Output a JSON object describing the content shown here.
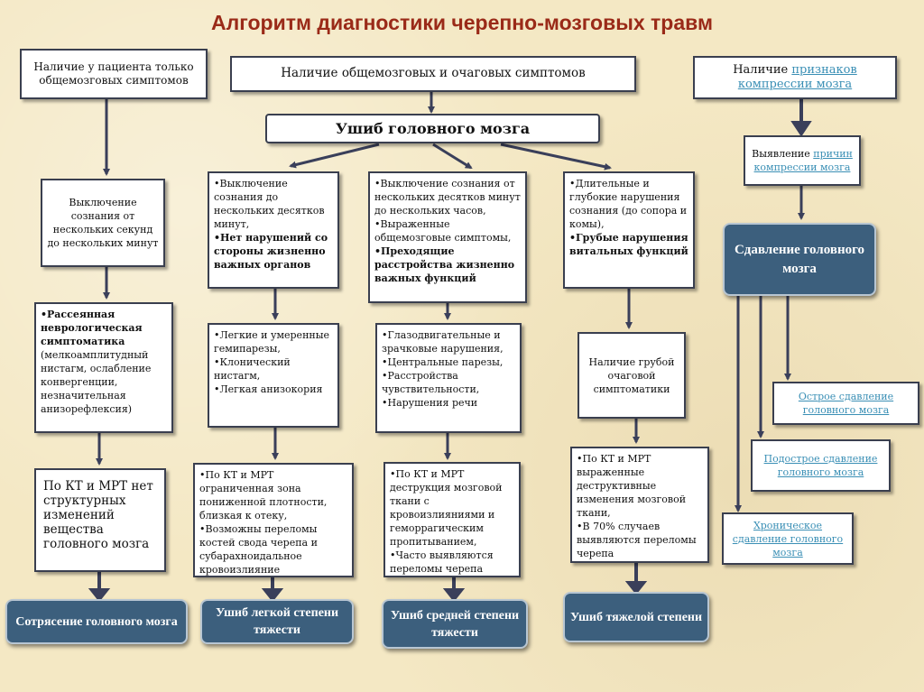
{
  "title": "Алгоритм диагностики черепно-мозговых травм",
  "top": {
    "only_general_symptoms": "Наличие у пациента только общемозговых симптомов",
    "general_and_focal_symptoms": "Наличие общемозговых и очаговых симптомов",
    "compression_signs_prefix": "Наличие ",
    "compression_signs_link": "признаков компрессии мозга"
  },
  "contusion_box": "Ушиб головного мозга",
  "concussion_col": {
    "consciousness_loss": "Выключение сознания от нескольких секунд до нескольких минут",
    "neuro_items": [
      "•Рассеянная неврологическая симптоматика",
      "(мелкоамплитудный нистагм, ослабление конвергенции, незначительная анизорефлексия)"
    ],
    "ct_mri": "По КТ и МРТ нет структурных изменений вещества головного мозга",
    "outcome": "Сотрясение головного мозга"
  },
  "mild_col": {
    "symptoms": [
      "•Выключение сознания до нескольких десятков минут,",
      "•Нет нарушений со стороны жизненно важных органов"
    ],
    "neuro": [
      "•Легкие и умеренные гемипарезы,",
      "•Клонический нистагм,",
      "•Легкая анизокория"
    ],
    "ct_mri": [
      "•По КТ и МРТ ограниченная зона пониженной плотности, близкая к отеку,",
      "•Возможны переломы костей свода черепа и субарахноидальное кровоизлияние"
    ],
    "outcome": "Ушиб легкой степени тяжести"
  },
  "moderate_col": {
    "symptoms": [
      "•Выключение сознания от нескольких десятков минут до нескольких часов,",
      "•Выраженные общемозговые симптомы,",
      "•Преходящие расстройства жизненно важных функций"
    ],
    "neuro": [
      "•Глазодвигательные и зрачковые нарушения,",
      "•Центральные парезы,",
      "•Расстройства чувствительности,",
      "•Нарушения речи"
    ],
    "ct_mri": [
      "•По КТ и МРТ деструкция мозговой ткани с кровоизлияниями и геморрагическим пропитыванием,",
      "•Часто выявляются переломы черепа"
    ],
    "outcome": "Ушиб средней степени тяжести"
  },
  "severe_col": {
    "symptoms": [
      "•Длительные и глубокие нарушения сознания (до сопора и комы),",
      "•Грубые нарушения витальных функций"
    ],
    "focal": "Наличие грубой очаговой симптоматики",
    "ct_mri": [
      "•По КТ и МРТ выраженные деструктивные изменения мозговой ткани,",
      "•В 70% случаев выявляются переломы черепа"
    ],
    "outcome": "Ушиб тяжелой степени"
  },
  "compression_col": {
    "detect_prefix": "Выявление ",
    "detect_link": "причин компрессии мозга",
    "outcome": "Сдавление головного мозга",
    "acute": "Острое сдавление головного мозга",
    "subacute": "Подострое сдавление головного мозга",
    "chronic": "Хроническое сдавление головного мозга"
  },
  "colors": {
    "title": "#9a2a18",
    "dark_box": "#3c5f7d",
    "link": "#3a8fb5",
    "arrow": "#3a3f5a"
  }
}
